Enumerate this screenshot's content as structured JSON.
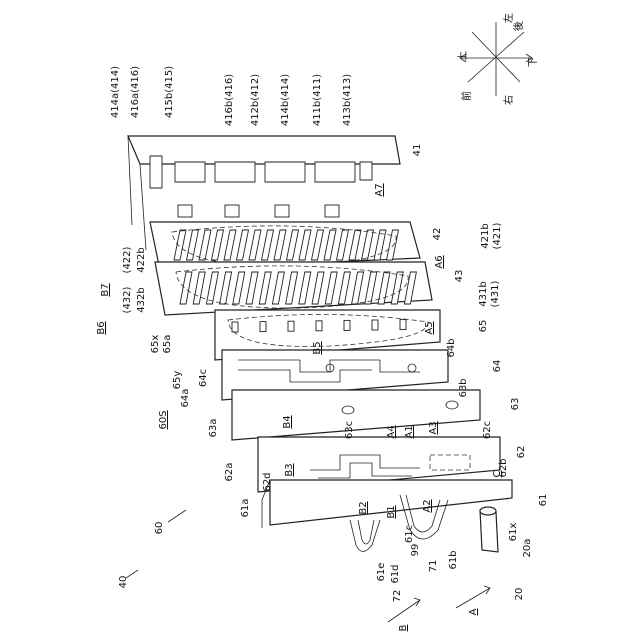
{
  "labels": {
    "l_414a": "414a(414)",
    "l_416a": "416a(416)",
    "l_415b": "415b(415)",
    "l_416b": "416b(416)",
    "l_412b": "412b(412)",
    "l_414b": "414b(414)",
    "l_411b": "411b(411)",
    "l_413b": "413b(413)",
    "l_41": "41",
    "l_A7": "A7",
    "l_42": "42",
    "l_421b": "421b",
    "l_421": "(421)",
    "l_A6": "A6",
    "l_43": "43",
    "l_431b": "431b",
    "l_431": "(431)",
    "l_B7": "B7",
    "l_422": "(422)",
    "l_422b": "422b",
    "l_B6": "B6",
    "l_432": "(432)",
    "l_432b": "432b",
    "l_65x": "65x",
    "l_65a": "65a",
    "l_65y": "65y",
    "l_64c": "64c",
    "l_64a": "64a",
    "l_B5": "B5",
    "l_A5": "A5",
    "l_65": "65",
    "l_64b": "64b",
    "l_64": "64",
    "l_60S": "60S",
    "l_63a": "63a",
    "l_B4": "B4",
    "l_63b": "63b",
    "l_63c": "63c",
    "l_A4": "A4",
    "l_A1": "A1",
    "l_A3": "A3",
    "l_63": "63",
    "l_62c": "62c",
    "l_62a": "62a",
    "l_B3": "B3",
    "l_62d": "62d",
    "l_C": "C",
    "l_62b": "62b",
    "l_62": "62",
    "l_61a": "61a",
    "l_B2": "B2",
    "l_B1": "B1",
    "l_A2": "A2",
    "l_61": "61",
    "l_60": "60",
    "l_61x": "61x",
    "l_20a": "20a",
    "l_99": "99",
    "l_61c": "61c",
    "l_71": "71",
    "l_61b": "61b",
    "l_61e": "61e",
    "l_72": "72",
    "l_61d": "61d",
    "l_40": "40",
    "l_20": "20",
    "l_B": "B",
    "l_A": "A"
  },
  "compass": {
    "up": "上",
    "down": "下",
    "left": "左",
    "right": "右",
    "front": "前",
    "back": "後"
  }
}
